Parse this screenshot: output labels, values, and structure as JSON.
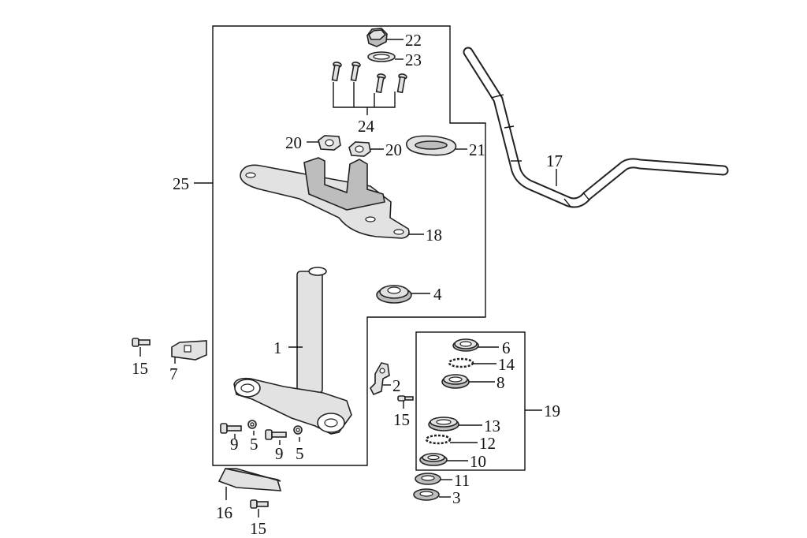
{
  "diagram": {
    "callouts": [
      {
        "id": "c1",
        "label": "1"
      },
      {
        "id": "c2",
        "label": "2"
      },
      {
        "id": "c3",
        "label": "3"
      },
      {
        "id": "c4",
        "label": "4"
      },
      {
        "id": "c5a",
        "label": "5"
      },
      {
        "id": "c5b",
        "label": "5"
      },
      {
        "id": "c6",
        "label": "6"
      },
      {
        "id": "c7",
        "label": "7"
      },
      {
        "id": "c8",
        "label": "8"
      },
      {
        "id": "c9a",
        "label": "9"
      },
      {
        "id": "c9b",
        "label": "9"
      },
      {
        "id": "c10",
        "label": "10"
      },
      {
        "id": "c11",
        "label": "11"
      },
      {
        "id": "c12",
        "label": "12"
      },
      {
        "id": "c13",
        "label": "13"
      },
      {
        "id": "c14",
        "label": "14"
      },
      {
        "id": "c15a",
        "label": "15"
      },
      {
        "id": "c15b",
        "label": "15"
      },
      {
        "id": "c15c",
        "label": "15"
      },
      {
        "id": "c16",
        "label": "16"
      },
      {
        "id": "c17",
        "label": "17"
      },
      {
        "id": "c18",
        "label": "18"
      },
      {
        "id": "c19",
        "label": "19"
      },
      {
        "id": "c20a",
        "label": "20"
      },
      {
        "id": "c20b",
        "label": "20"
      },
      {
        "id": "c21",
        "label": "21"
      },
      {
        "id": "c22",
        "label": "22"
      },
      {
        "id": "c23",
        "label": "23"
      },
      {
        "id": "c24",
        "label": "24"
      },
      {
        "id": "c25",
        "label": "25"
      }
    ]
  }
}
